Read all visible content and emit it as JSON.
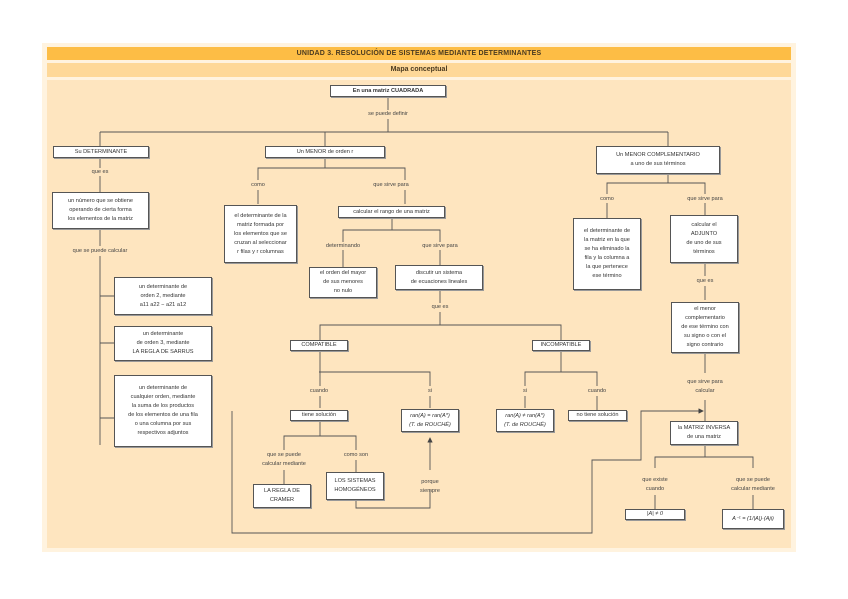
{
  "header": {
    "title": "UNIDAD 3.  RESOLUCIÓN DE SISTEMAS MEDIANTE DETERMINANTES",
    "subtitle": "Mapa conceptual"
  },
  "colors": {
    "header_bar": "#fdbd45",
    "subheader_bar": "#fed898",
    "body_bg": "#fee5bf",
    "line": "#555555",
    "box_bg": "#ffffff"
  },
  "nodes": {
    "root": "En una matriz CUADRADA",
    "determinante": "Su DETERMINANTE",
    "numero": "un número que se obtiene\noperando de cierta forma\nlos elementos de la matriz",
    "orden2": "un determinante de\norden 2, mediante\na11 a22 − a21 a12",
    "orden3": "un determinante\nde orden 3, mediante\nLA REGLA DE SARRUS",
    "cualquier": "un determinante de\ncualquier orden, mediante\nla suma de los productos\nde los elementos de una fila\no una columna por sus\nrespectivos adjuntos",
    "menor": "Un MENOR de orden r",
    "menor_def": "el determinante de la\nmatriz formada por\nlos elementos que se\ncruzan al seleccionar\nr filas y r columnas",
    "rango": "calcular el rango de una matriz",
    "orden_mayor": "el orden del mayor\nde sus menores\nno nulo",
    "discutir": "discutir un sistema\nde ecuaciones lineales",
    "compatible": "COMPATIBLE",
    "incompatible": "INCOMPATIBLE",
    "tiene_solucion": "tiene solución",
    "ran_igual": "ran(A) = ran(A*)\n(T. de ROUCHÉ)",
    "ran_distinto": "ran(A) ≠ ran(A*)\n(T. de ROUCHÉ)",
    "no_tiene": "no tiene solución",
    "cramer": "LA REGLA DE\nCRAMER",
    "homogeneos": "LOS SISTEMAS\nHOMOGÉNEOS",
    "complementario": "Un MENOR COMPLEMENTARIO\na uno de sus términos",
    "compl_def": "el determinante de\nla matriz en la que\nse ha eliminado la\nfila y la columna a\nla que pertenece\nese término",
    "adjunto": "calcular el\nADJUNTO\nde uno de sus\ntérminos",
    "menor_signo": "el menor\ncomplementario\nde ese término con\nsu signo o con el\nsigno contrario",
    "inversa": "la MATRIZ INVERSA\nde una matriz",
    "det_no_cero": "|A| ≠ 0",
    "formula_inversa": "A⁻¹ = (1/|A|)·(Aji)"
  },
  "labels": {
    "se_puede_definir": "se puede definir",
    "que_es_1": "que es",
    "que_se_puede_calcular": "que se puede calcular",
    "como_1": "como",
    "que_sirve_para_1": "que sirve para",
    "determinando": "determinando",
    "que_sirve_para_2": "que sirve para",
    "que_es_2": "que es",
    "cuando_1": "cuando",
    "si_1": "si",
    "si_2": "si",
    "cuando_2": "cuando",
    "que_se_puede_calcular_mediante_1": "que se puede\ncalcular mediante",
    "como_son": "como son",
    "porque_siempre": "porque\nsiempre",
    "como_2": "como",
    "que_sirve_para_3": "que sirve para",
    "que_es_3": "que es",
    "que_sirve_para_calcular": "que sirve para\ncalcular",
    "que_existe_cuando": "que existe\ncuando",
    "que_se_puede_calcular_mediante_2": "que se puede\ncalcular mediante"
  }
}
